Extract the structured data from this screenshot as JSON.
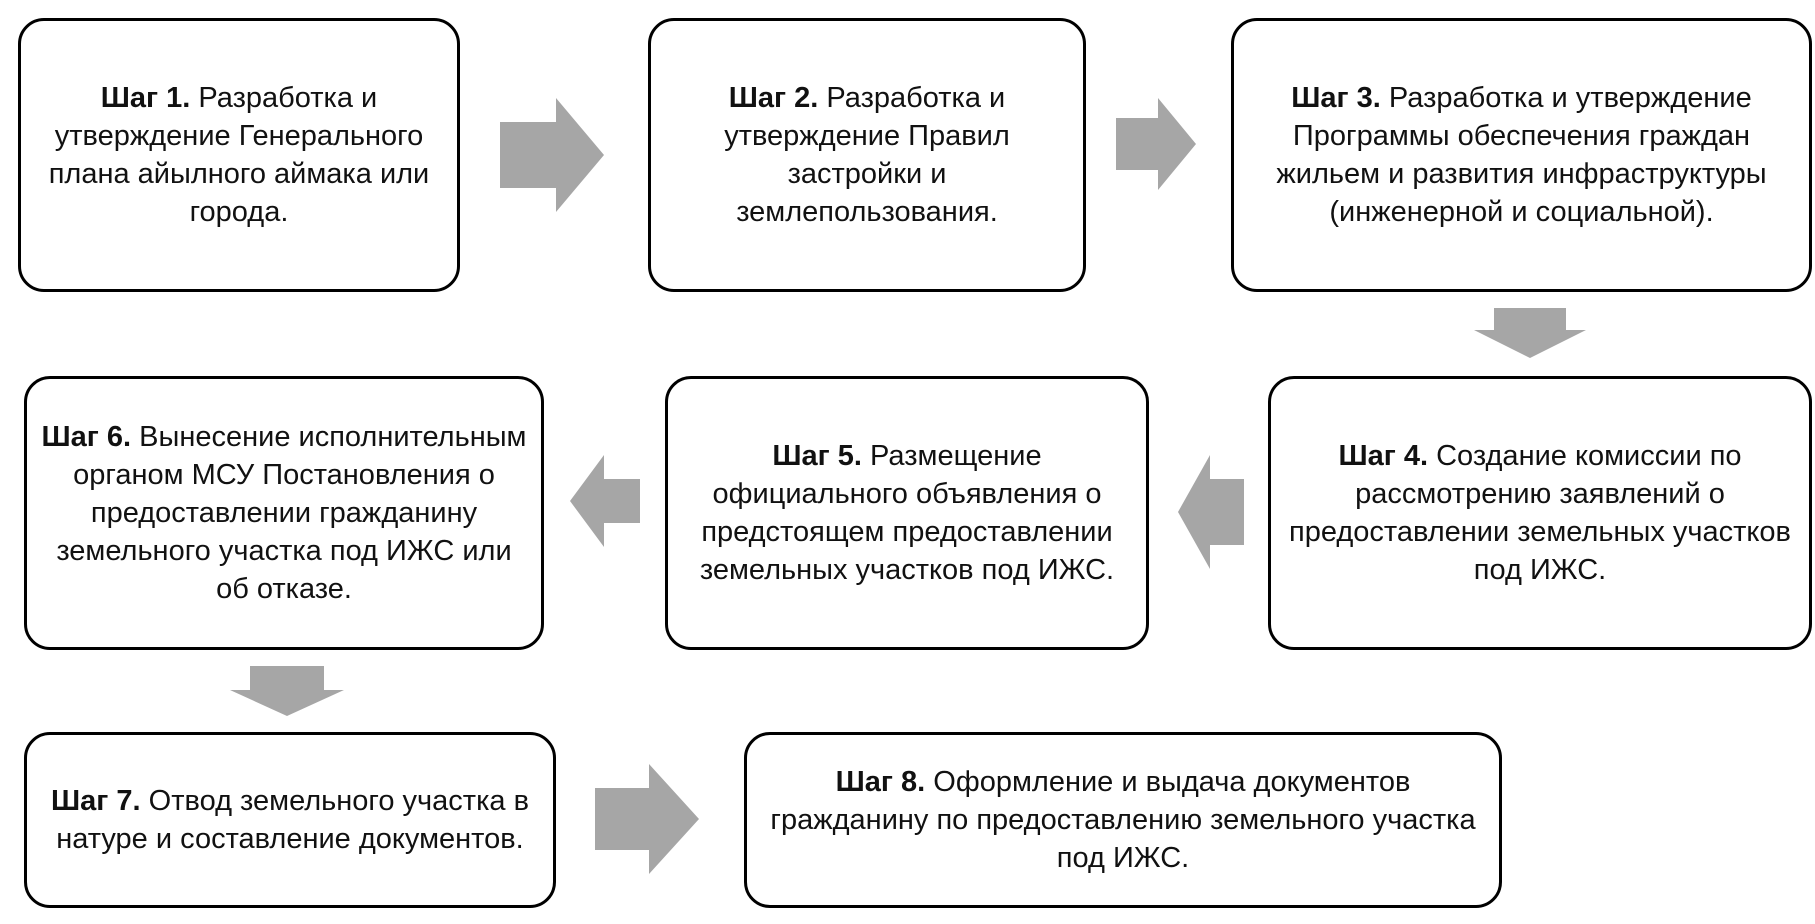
{
  "colors": {
    "arrow_fill": "#a6a6a6",
    "box_border": "#000000",
    "text": "#111111"
  },
  "steps": [
    {
      "label": "Шаг 1.",
      "text": "Разработка и утверждение Генерального плана айылного аймака или города."
    },
    {
      "label": "Шаг 2.",
      "text": "Разработка и утверждение Правил застройки и землепользования."
    },
    {
      "label": "Шаг 3.",
      "text": "Разработка и утверждение Программы обеспечения граждан жильем и развития инфраструктуры (инженерной и социальной)."
    },
    {
      "label": "Шаг 4.",
      "text": "Создание комиссии по рассмотрению заявлений о предоставлении земельных участков под ИЖС."
    },
    {
      "label": "Шаг 5.",
      "text": "Размещение официального объявления о предстоящем предоставлении земельных участков под ИЖС."
    },
    {
      "label": "Шаг 6.",
      "text": "Вынесение исполнительным органом МСУ Постановления о предоставлении гражданину земельного участка под ИЖС или об отказе."
    },
    {
      "label": "Шаг 7.",
      "text": "Отвод земельного участка в натуре и составление документов."
    },
    {
      "label": "Шаг 8.",
      "text": "Оформление и выдача документов гражданину по предоставлению земельного участка под ИЖС."
    }
  ],
  "arrows": [
    {
      "from": "Шаг 1.",
      "to": "Шаг 2.",
      "direction": "right"
    },
    {
      "from": "Шаг 2.",
      "to": "Шаг 3.",
      "direction": "right"
    },
    {
      "from": "Шаг 3.",
      "to": "Шаг 4.",
      "direction": "down"
    },
    {
      "from": "Шаг 4.",
      "to": "Шаг 5.",
      "direction": "left"
    },
    {
      "from": "Шаг 5.",
      "to": "Шаг 6.",
      "direction": "left"
    },
    {
      "from": "Шаг 6.",
      "to": "Шаг 7.",
      "direction": "down"
    },
    {
      "from": "Шаг 7.",
      "to": "Шаг 8.",
      "direction": "right"
    }
  ]
}
